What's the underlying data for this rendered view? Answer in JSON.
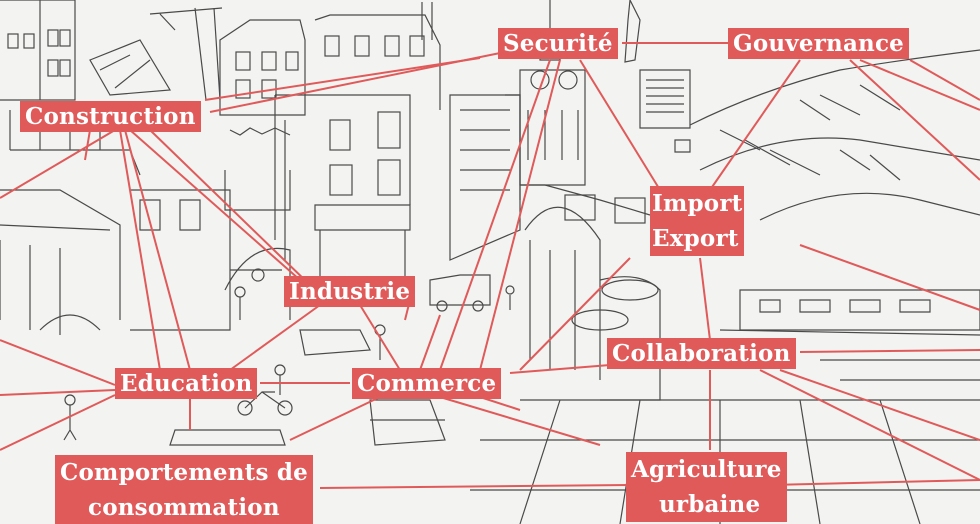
{
  "labels": {
    "securite": "Securité",
    "gouvernance": "Gouvernance",
    "construction": "Construction",
    "import_export": [
      "Import",
      "Export"
    ],
    "industrie": "Industrie",
    "collaboration": "Collaboration",
    "education": "Education",
    "commerce": "Commerce",
    "comportements": [
      "Comportements de",
      "consommation"
    ],
    "agriculture": [
      "Agriculture",
      "urbaine"
    ]
  },
  "colors": {
    "accent": "#e05a5a",
    "label_text": "#ffffff",
    "sketch_line": "#4a4a4a",
    "background": "#f3f3f1"
  }
}
